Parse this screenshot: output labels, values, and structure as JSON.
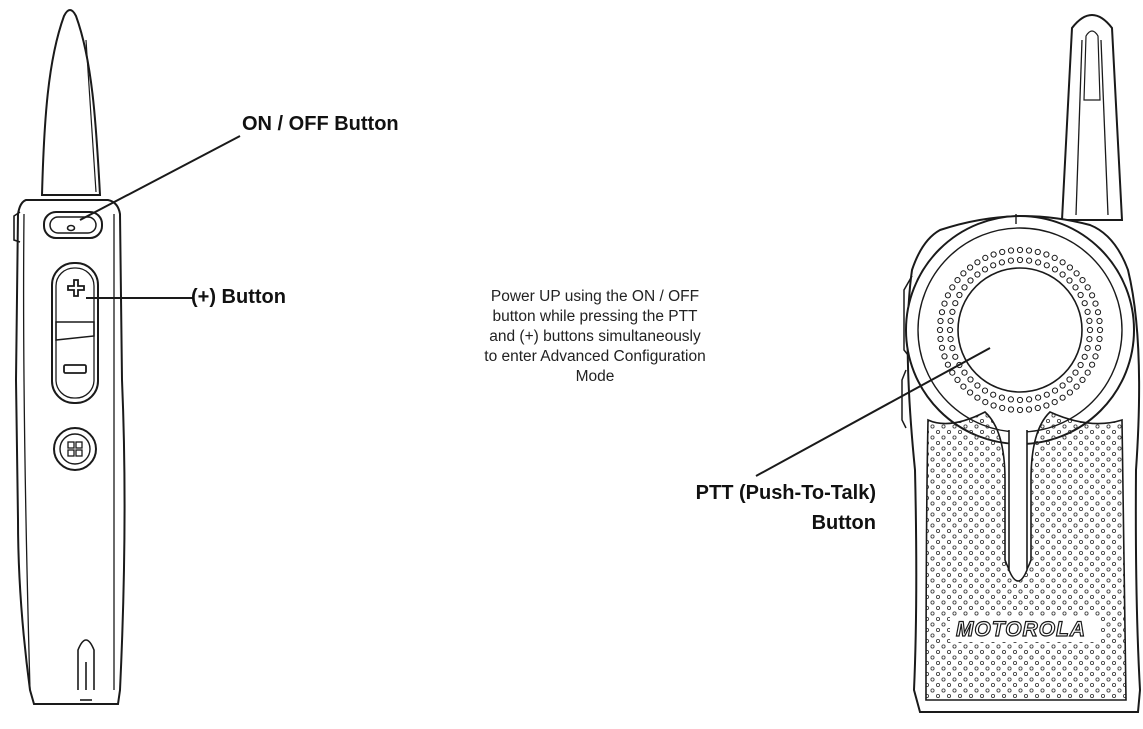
{
  "labels": {
    "on_off_button": "ON / OFF Button",
    "plus_button": "(+) Button",
    "ptt_line1": "PTT (Push-To-Talk)",
    "ptt_line2": "Button"
  },
  "instruction": {
    "lines": [
      "Power UP using the ON / OFF",
      "button while pressing the PTT",
      "and (+) buttons simultaneously",
      "to enter Advanced Configuration",
      "Mode"
    ]
  },
  "brand": {
    "logo_text": "MOTOROLA"
  },
  "icons": {
    "side": [
      "power-switch-icon",
      "plus-icon",
      "minus-icon",
      "grid-button-icon"
    ],
    "front": [
      "speaker-grille-icon",
      "motorola-logo"
    ]
  },
  "colors": {
    "line": "#1a1a1a",
    "fill": "#ffffff",
    "text": "#111111"
  }
}
